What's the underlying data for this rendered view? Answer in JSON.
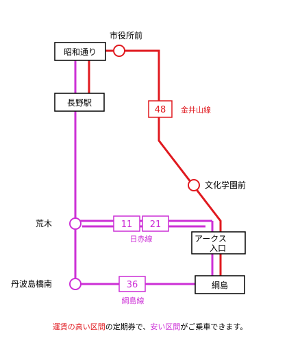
{
  "colors": {
    "red_line": "#e0191f",
    "magenta_line": "#cc2fd6",
    "stop_fill": "#ffffff",
    "box_border": "#000000"
  },
  "stations": {
    "shiyakushomae": "市役所前",
    "showa_dori": "昭和通り",
    "nagano_eki": "長野駅",
    "bunka_gakuen_mae": "文化学園前",
    "araki": "荒木",
    "tanbajima_bashi_minami": "丹波島橋南",
    "arcs_iriguchi_line1": "アークス",
    "arcs_iriguchi_line2": "入口",
    "amishima": "綱島"
  },
  "routes": {
    "kanaizan": {
      "number": "48",
      "name": "金井山線"
    },
    "nisseki": {
      "numbers": [
        "11",
        "21"
      ],
      "name": "日赤線"
    },
    "amishima": {
      "number": "36",
      "name": "綱島線"
    }
  },
  "footer": {
    "part1": "運賃の高い区間",
    "part2": "の定期券で、",
    "part3": "安い区間",
    "part4": "がご乗車できます。"
  }
}
